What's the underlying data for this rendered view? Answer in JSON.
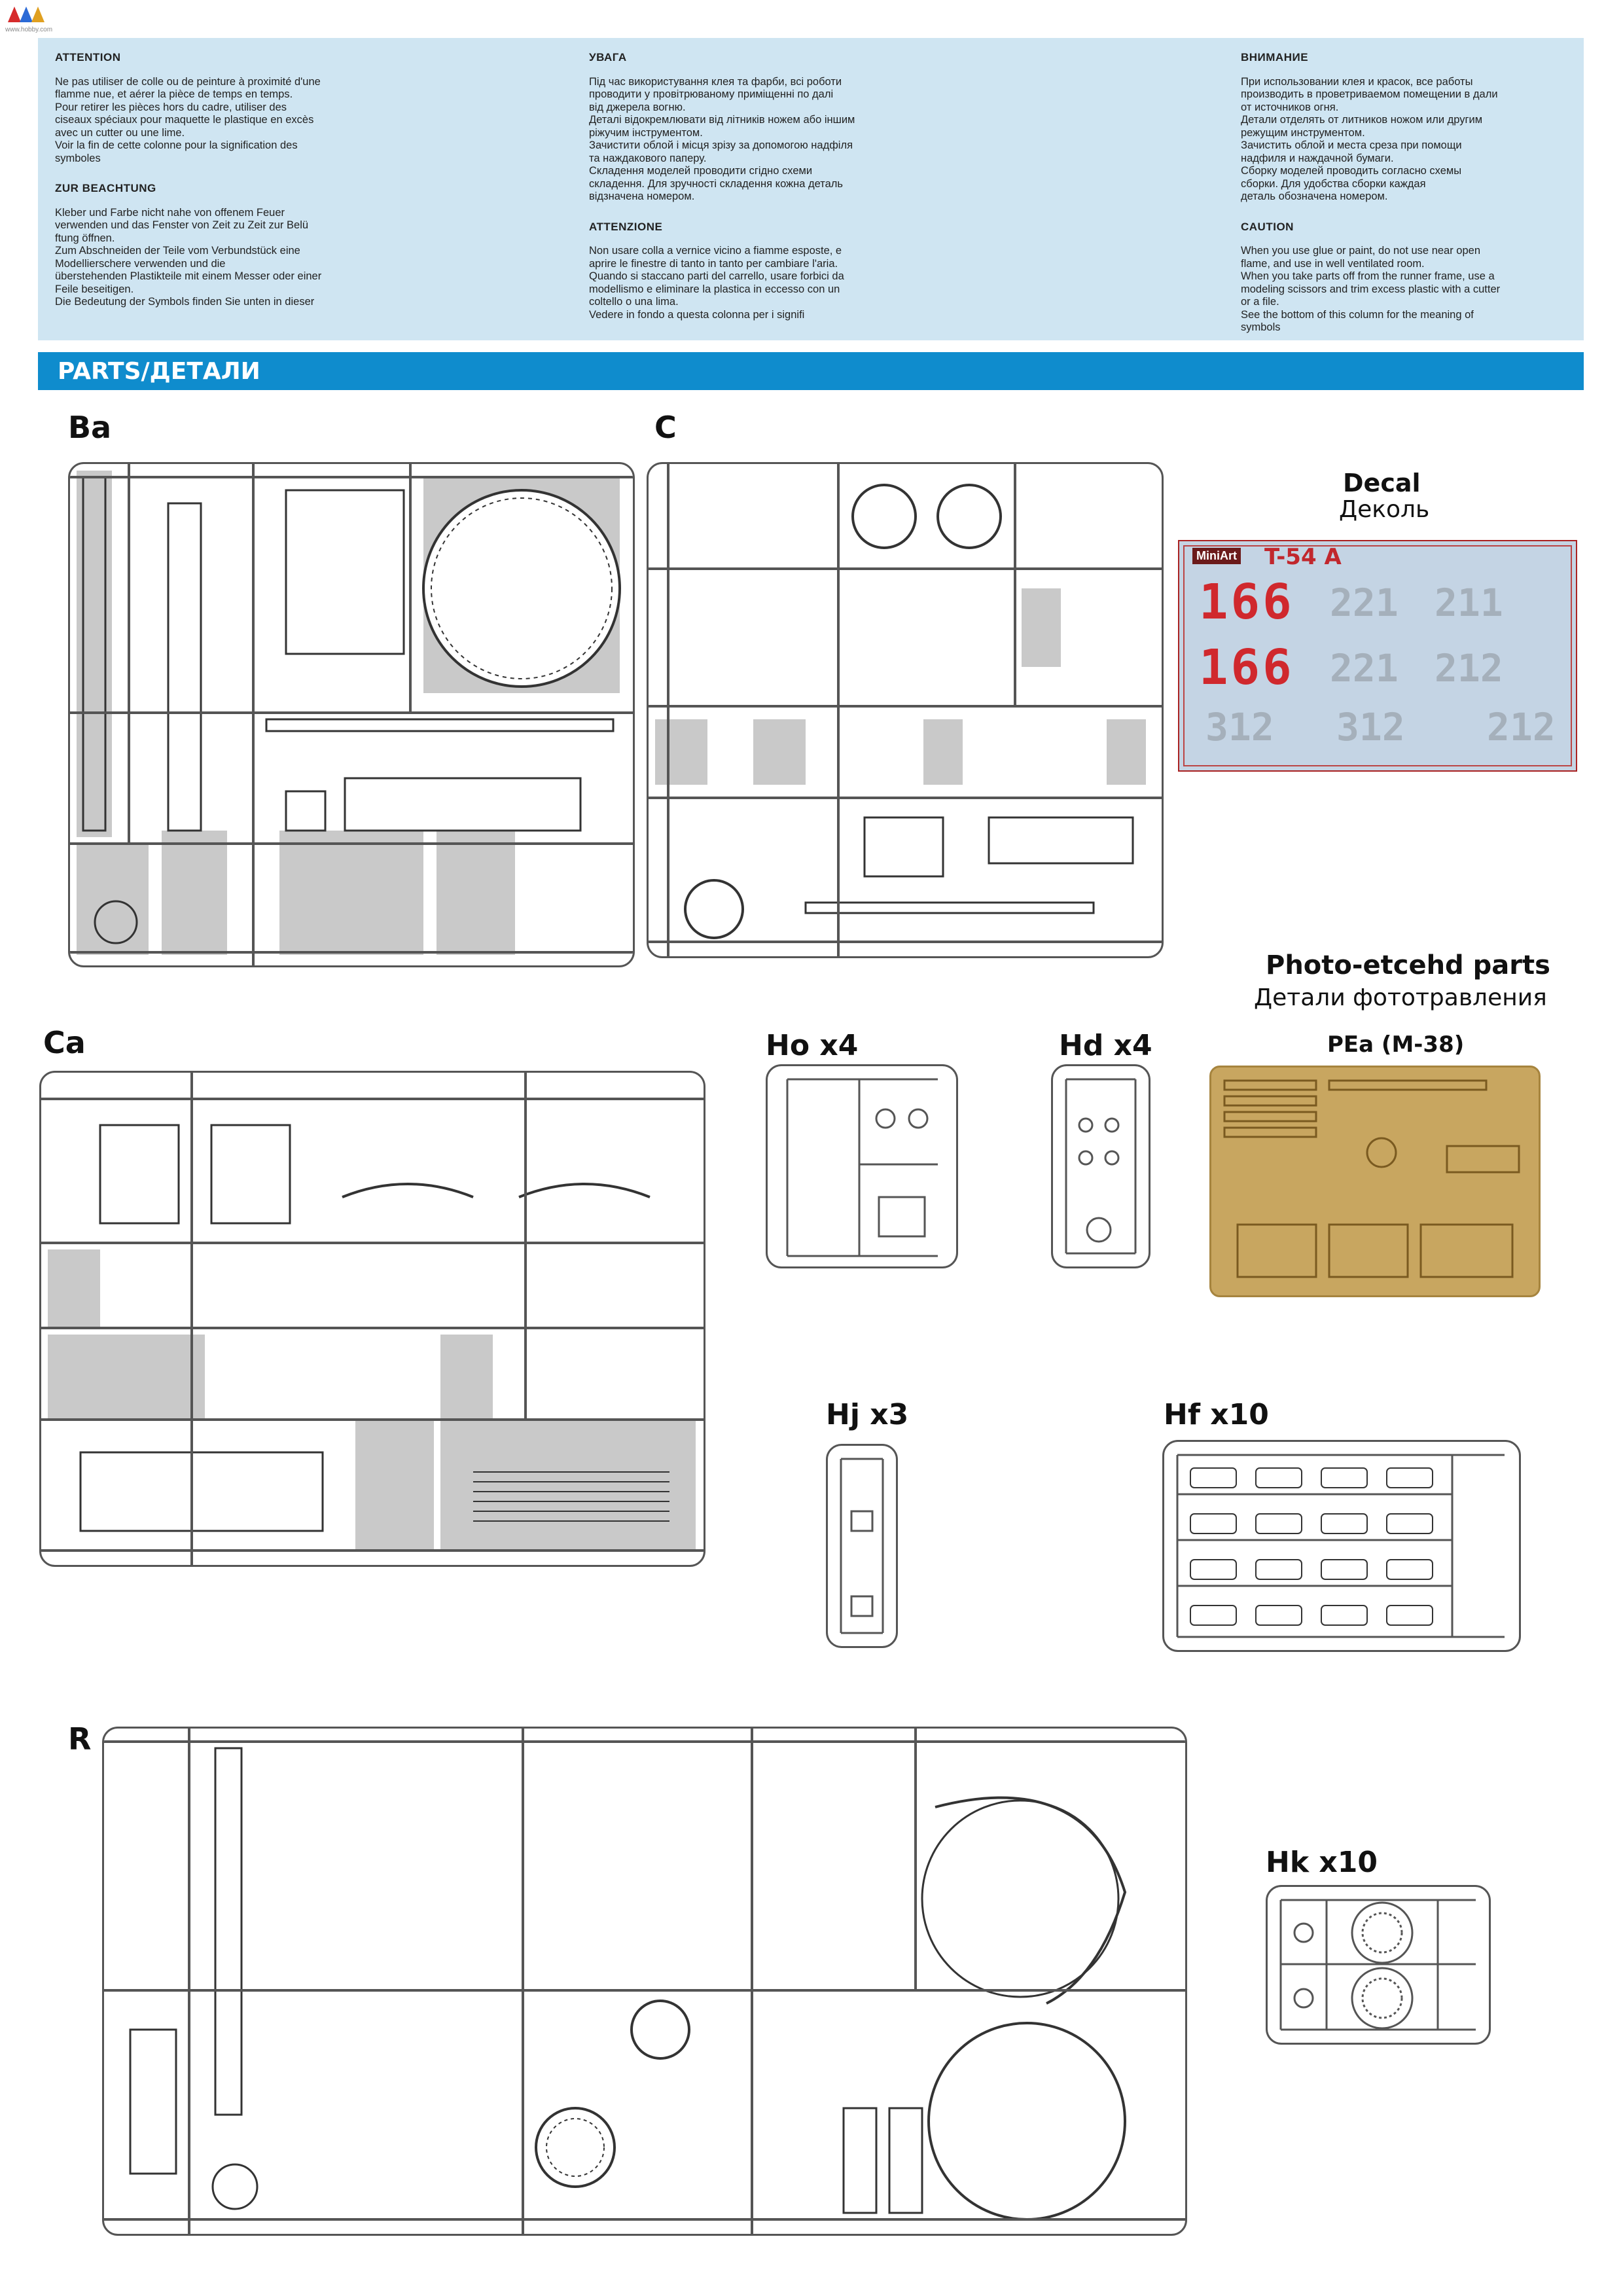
{
  "watermark": "www.hobby.com",
  "warnings": {
    "col1": [
      {
        "title": "ATTENTION",
        "text": "Ne pas utiliser de colle ou de peinture à proximité d'une\nflamme nue, et aérer la pièce de temps en temps.\nPour retirer les pièces hors du cadre, utiliser des\nciseaux spéciaux pour maquette le plastique en excès\navec un cutter ou une lime.\nVoir la fin de cette colonne pour la signification des\nsymboles"
      },
      {
        "title": "ZUR BEACHTUNG",
        "text": "Kleber und Farbe nicht nahe von offenem Feuer\nverwenden und das Fenster von Zeit zu Zeit zur Belü\nftung öffnen.\nZum Abschneiden  der Teile vom Verbundstück eine\nModellierschere   verwenden   und   die\nüberstehenden Plastikteile mit einem Messer oder einer\nFeile beseitigen.\nDie Bedeutung der Symbols finden Sie unten in dieser"
      }
    ],
    "col2": [
      {
        "title": "УВАГА",
        "text": "Під час використування клея та фарби, всі роботи\nпроводити у провітрюваному   приміщенні  по  далі\nвід джерела   вогню.\nДеталі відокремлювати від літників ножем або іншим\nріжучим інструментом.\nЗачистити облой і місця зрізу за допомогою надфіля\nта наждакового паперу.\nСкладення моделей проводити сгідно  схеми\nскладення. Для зручності складення кожна деталь\nвідзначена номером."
      },
      {
        "title": "ATTENZIONE",
        "text": "Non usare colla a vernice vicino a fiamme esposte, e\naprire le finestre di tanto in tanto per cambiare l'aria.\nQuando si staccano parti del carrello, usare forbici da\nmodellismo e eliminare la plastica in eccesso con un\ncoltello o una lima.\nVedere in fondo a questa colonna per i signifi"
      }
    ],
    "col3": [
      {
        "title": "ВНИМАНИЕ",
        "text": "При использовании клея и красок, все работы\nпроизводить в проветриваемом помещении в дали\nот источников огня.\nДетали отделять от литников ножом или другим\nрежущим инструментом.\nЗачистить облой и места среза при помощи\nнадфиля и наждачной бумаги.\nСборку моделей проводить согласно схемы\nсборки. Для удобства сборки каждая\nдеталь обозначена номером."
      },
      {
        "title": "CAUTION",
        "text": "When you use glue or paint, do not use near open\nflame, and use in well ventilated room.\nWhen you take parts off from the runner frame, use a\nmodeling scissors and trim excess plastic with a cutter\nor a file.\nSee the bottom of this column for the meaning of\nsymbols"
      }
    ]
  },
  "section_title": "PARTS/ДЕТАЛИ",
  "sprues": {
    "ba": "Ba",
    "c": "C",
    "ca": "Ca",
    "ho": "Ho x4",
    "hd": "Hd x4",
    "hj": "Hj x3",
    "hf": "Hf x10",
    "r": "R",
    "hk": "Hk x10"
  },
  "decal": {
    "title": "Decal",
    "subtitle": "Деколь",
    "brand": "MiniArt",
    "model": "T-54 A",
    "numbers_red": [
      "166",
      "166"
    ],
    "numbers_grey": [
      "221",
      "211",
      "221",
      "212",
      "312",
      "312",
      "212"
    ]
  },
  "photoetch": {
    "title": "Photo-etcehd parts",
    "subtitle": "Детали фототравления",
    "code": "PEa (M-38)"
  }
}
